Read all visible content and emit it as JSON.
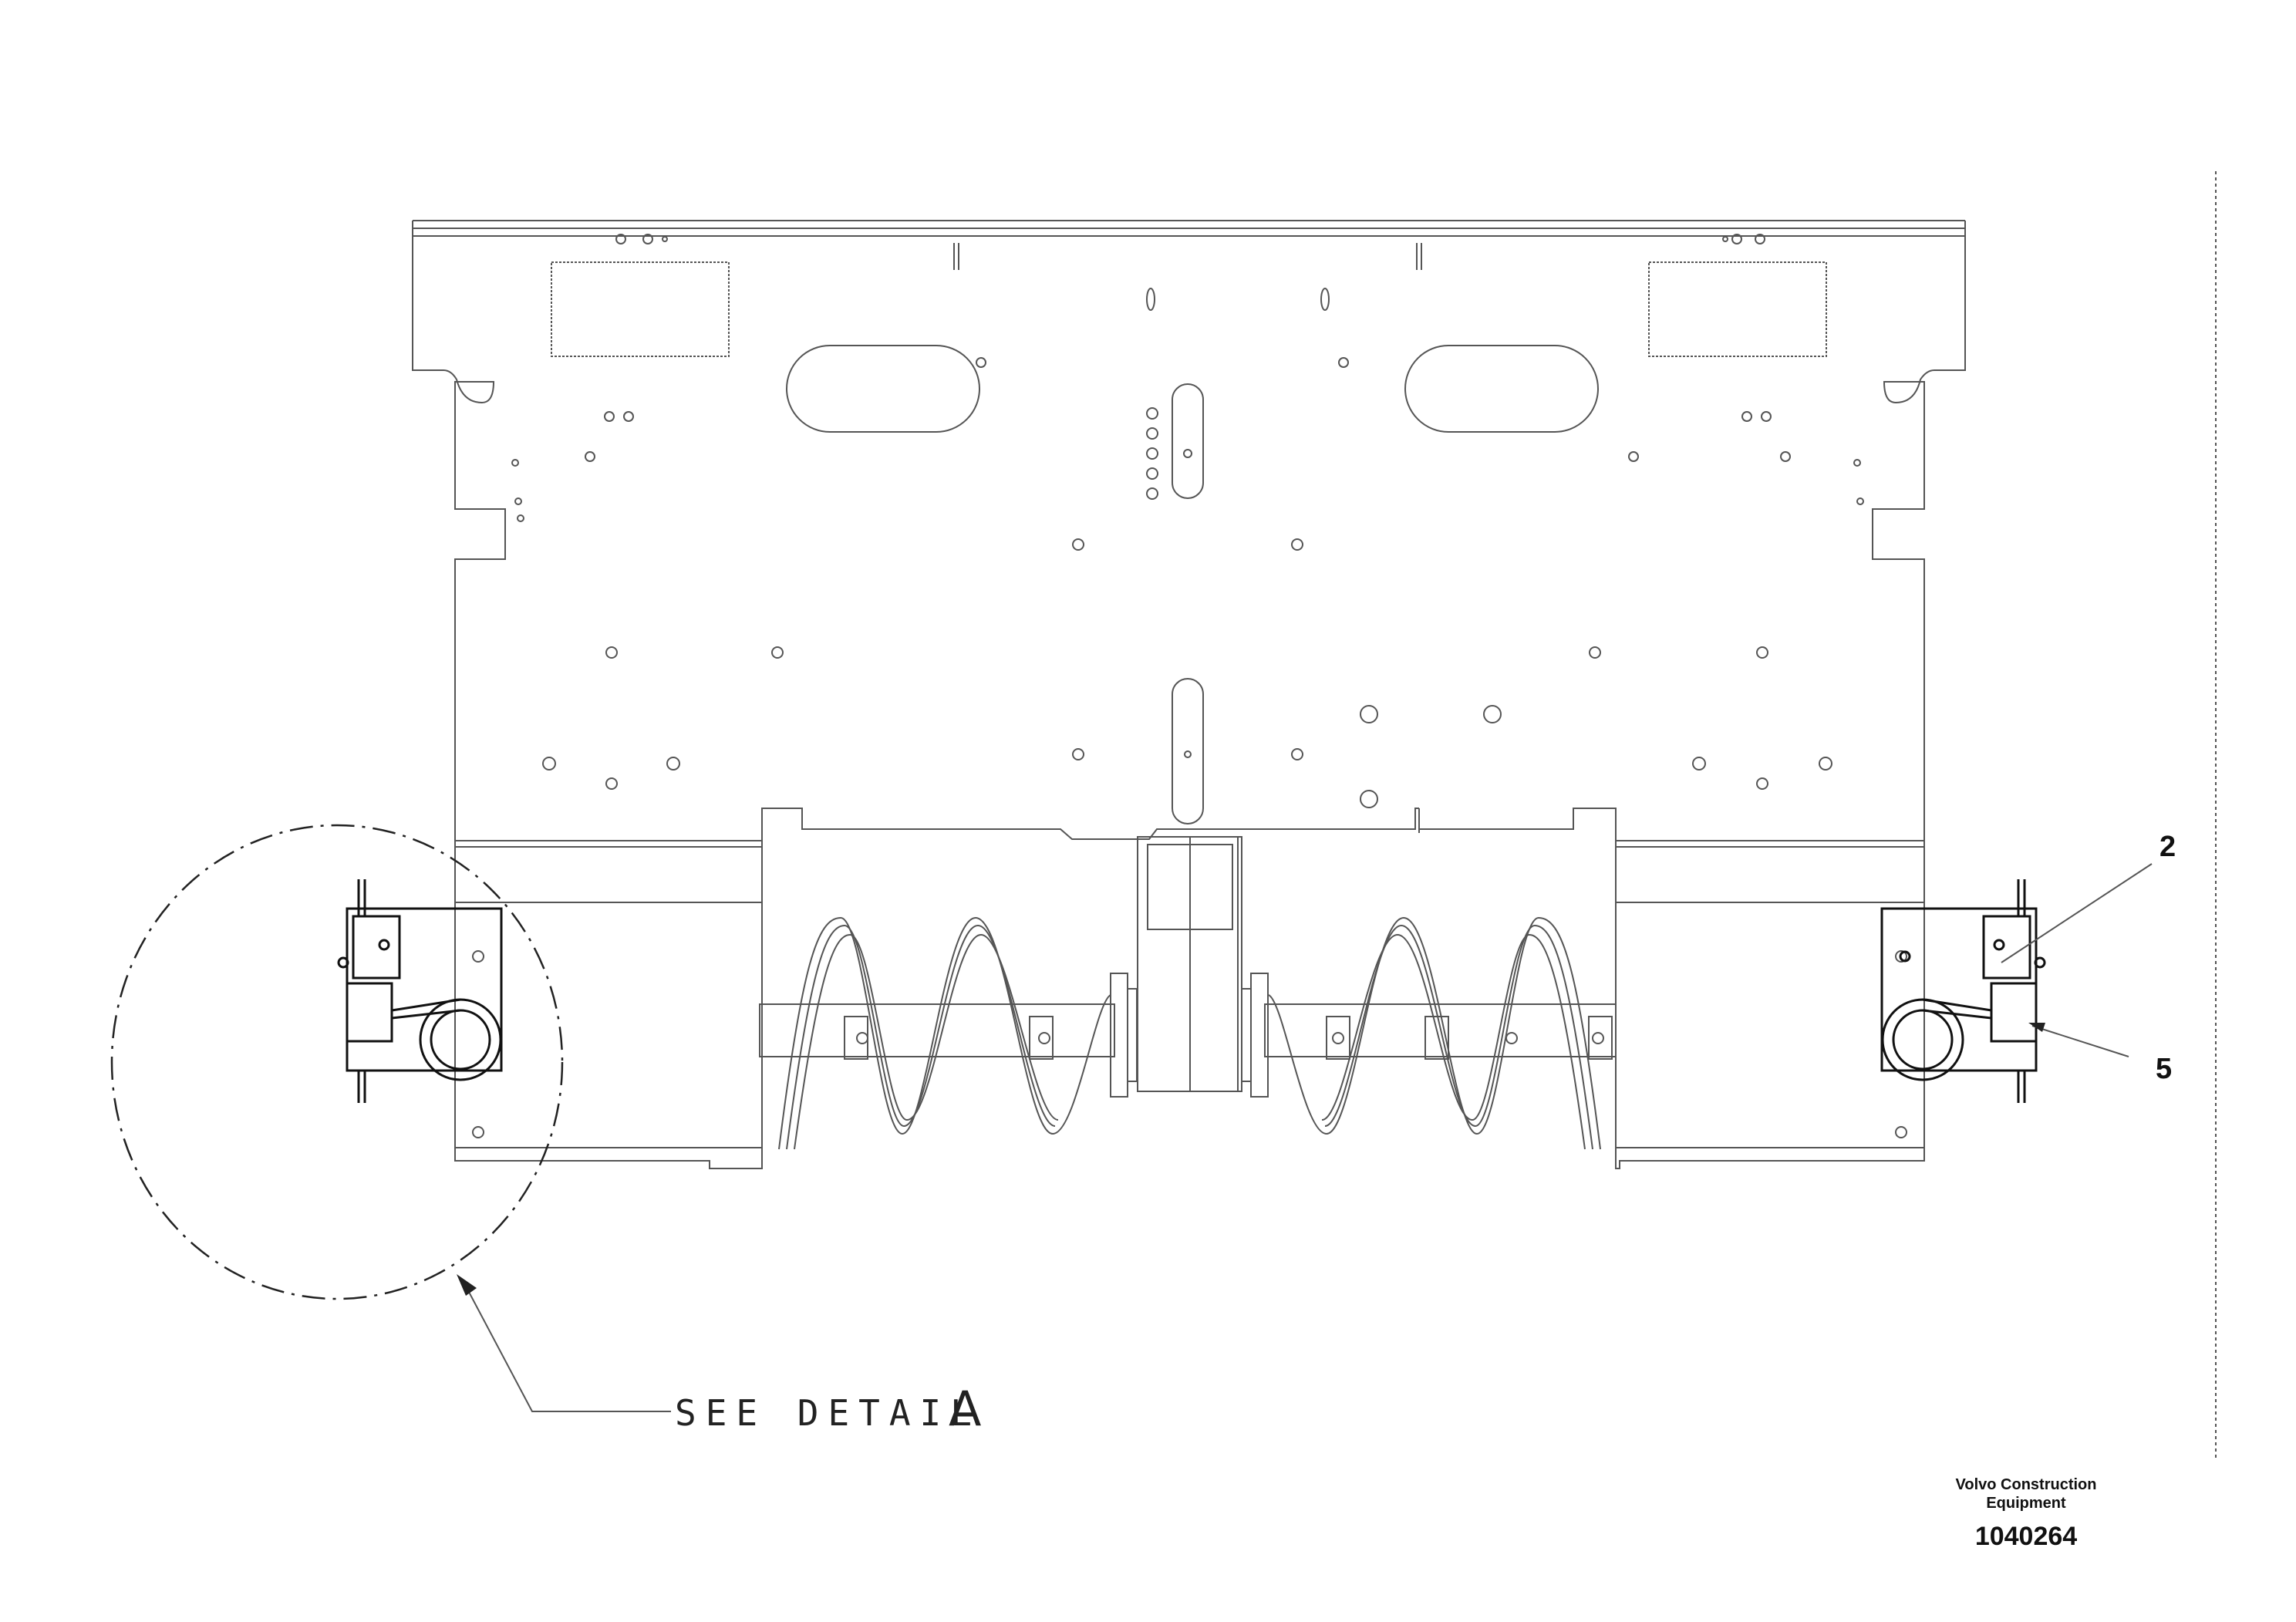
{
  "callouts": [
    {
      "id": "callout-2",
      "label": "2"
    },
    {
      "id": "callout-5",
      "label": "5"
    }
  ],
  "detail_reference": {
    "text": "SEE DETAIL",
    "letter": "A"
  },
  "title_block": {
    "brand_line1": "Volvo Construction",
    "brand_line2": "Equipment",
    "part_number": "1040264"
  },
  "colors": {
    "line": "#555555",
    "outline": "#111111"
  }
}
